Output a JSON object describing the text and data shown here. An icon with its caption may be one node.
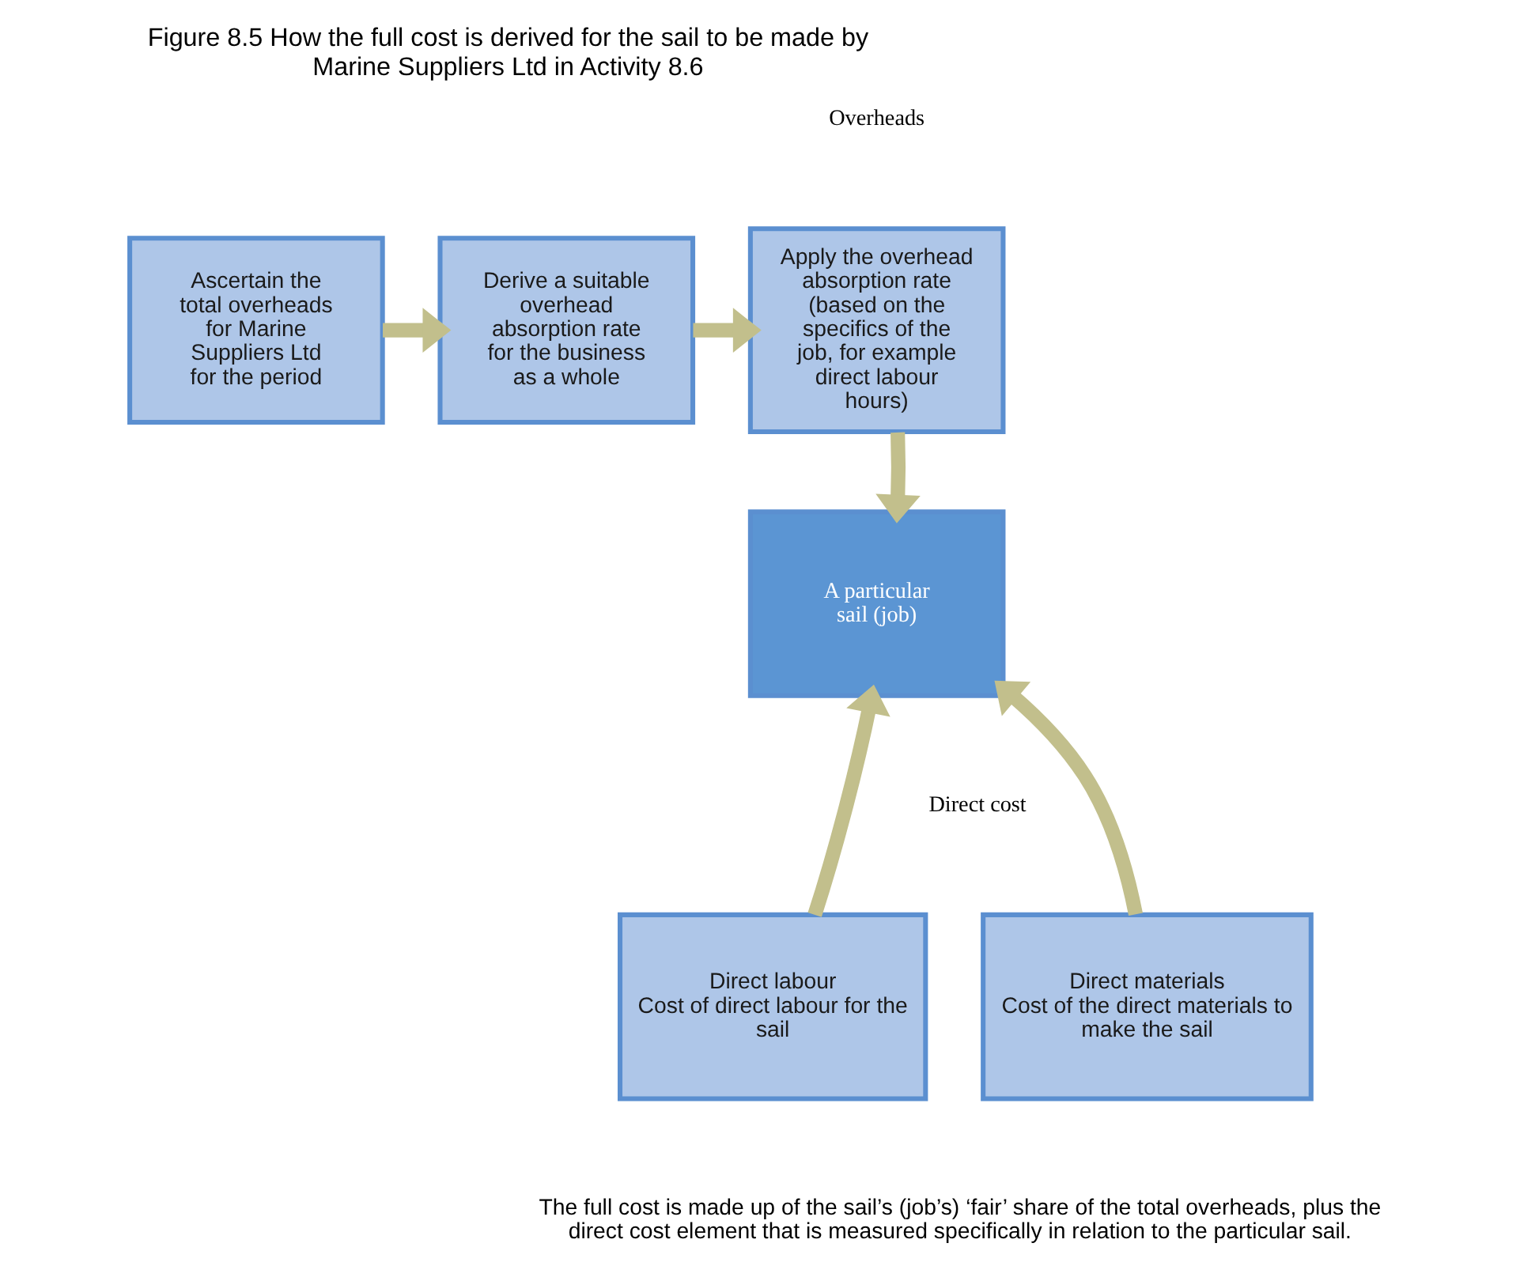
{
  "diagram": {
    "title": "Figure 8.5 How the full cost is derived for the sail to be made by Marine Suppliers Ltd in Activity 8.6",
    "caption": "The full cost is made up of the sail’s (job’s) ‘fair’ share of the total overheads, plus the direct cost element that is measured specifically in relation to the particular sail.",
    "nodes": [
      {
        "text": [
          "Ascertain the total overheads for Marine Suppliers Ltd for the period"
        ]
      },
      {
        "text": [
          "Derive a suitable overhead absorption rate for the business as a whole"
        ]
      },
      {
        "text": [
          "Apply the overhead absorption rate (based on the specifics of the job, for example direct labour hours)"
        ]
      },
      {
        "text": [
          "A particular sail (job)"
        ]
      },
      {
        "text": [
          "Direct labour",
          "Cost of direct labour for the sail"
        ]
      },
      {
        "text": [
          "Direct materials",
          "Cost of the direct materials to make the sail"
        ]
      }
    ],
    "edges": [
      {
        "from": 0,
        "to": 1,
        "arrow": "to"
      },
      {
        "from": 1,
        "to": 2,
        "arrow": "to"
      },
      {
        "from": 2,
        "to": 3,
        "arrow": "to"
      },
      {
        "from": 4,
        "to": 3,
        "arrow": "to"
      },
      {
        "from": 5,
        "to": 3,
        "arrow": "to"
      }
    ],
    "labels": [
      "Overheads",
      "Direct cost"
    ]
  }
}
